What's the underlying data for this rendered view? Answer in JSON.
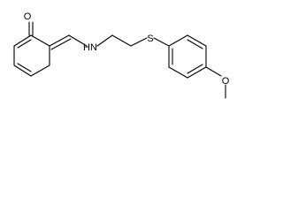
{
  "molecule": {
    "atoms": {
      "oxygen_top": "O",
      "nitrogen": "N",
      "hydrogen": "H",
      "sulfur": "S",
      "oxygen_bottom": "O"
    },
    "colors": {
      "ink": "#000000",
      "background": "#ffffff"
    }
  }
}
